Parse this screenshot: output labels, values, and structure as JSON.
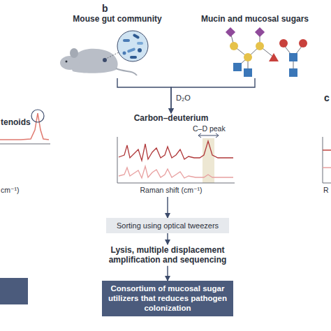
{
  "diagram": {
    "nodes": [
      {
        "text": [
          "Mouse gut community"
        ]
      },
      {
        "text": [
          "Mucin and mucosal sugars"
        ]
      },
      {
        "text": [
          "Carbon–deuterium",
          "C–D peak",
          "Raman shift (cm⁻¹)"
        ]
      },
      {
        "text": [
          "Sorting using optical tweezers"
        ]
      },
      {
        "text": [
          "Lysis, multiple displacement amplification and sequencing"
        ]
      },
      {
        "text": [
          "Consortium of mucosal sugar utilizers that reduces pathogen colonization"
        ]
      }
    ],
    "edges": [
      {
        "from": 0,
        "to": 2,
        "arrow": "to",
        "label": "D₂O"
      },
      {
        "from": 1,
        "to": 2,
        "arrow": "to"
      },
      {
        "from": 2,
        "to": 3,
        "arrow": "to"
      },
      {
        "from": 3,
        "to": 4,
        "arrow": "to"
      },
      {
        "from": 4,
        "to": 5,
        "arrow": "to"
      }
    ],
    "labels": [
      "b",
      "c",
      "tenoids",
      "cm⁻¹)",
      "R"
    ]
  }
}
